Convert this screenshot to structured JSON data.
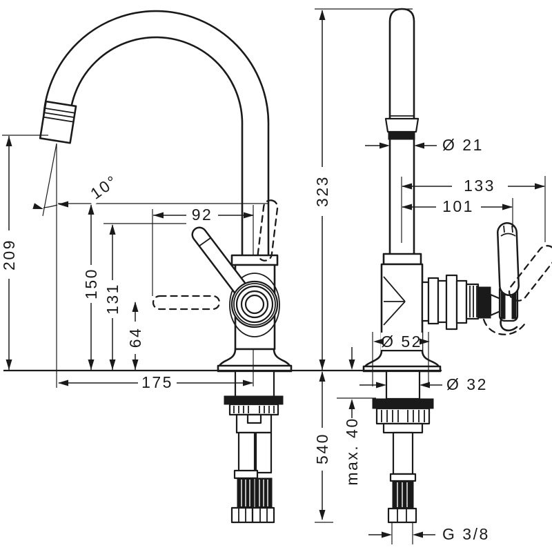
{
  "colors": {
    "ink": "#1a1a1a",
    "paper": "#ffffff"
  },
  "front_view": {
    "dimensions": {
      "spout_height": "209",
      "spout_angle": "10°",
      "height_150": "150",
      "height_131": "131",
      "height_64": "64",
      "lever_reach": "92",
      "spout_reach": "175"
    }
  },
  "side_view": {
    "dimensions": {
      "total_height": "323",
      "spout_pipe_diameter": "Ø 21",
      "handle_reach_133": "133",
      "handle_reach_101": "101",
      "body_diameter": "Ø 52",
      "shank_diameter": "Ø 32",
      "max_deck_thickness": "max. 40",
      "hose_length": "540",
      "connection_thread": "G 3/8"
    }
  }
}
